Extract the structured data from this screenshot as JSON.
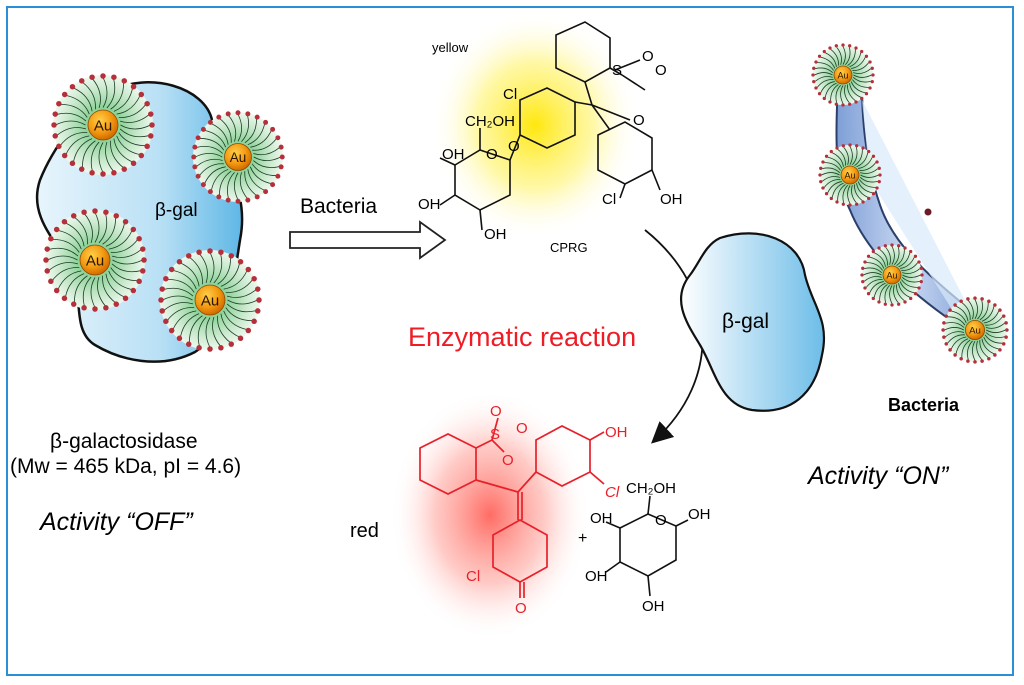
{
  "left_panel": {
    "enzyme_label": "β-gal",
    "np_label": "Au",
    "name": "β-galactosidase",
    "properties": "(Mw = 465 kDa, pI = 4.6)",
    "state": "Activity “OFF”"
  },
  "center": {
    "arrow_label": "Bacteria",
    "substrate_color": "yellow",
    "substrate_name": "CPRG",
    "reaction_label": "Enzymatic reaction",
    "enzyme_label": "β-gal",
    "product_color": "red",
    "plus": "+",
    "atoms": {
      "cl": "Cl",
      "ch2oh": "CH₂OH",
      "oh": "OH",
      "o": "O",
      "s": "S"
    }
  },
  "right_panel": {
    "np_label": "Au",
    "bacteria_label": "Bacteria",
    "state": "Activity “ON”"
  },
  "colors": {
    "border": "#2b8fd6",
    "enzyme_fill": "#bfe3f7",
    "gold": "#f08a10",
    "shell": "#a8d8a8",
    "ligand_tip": "#b5303a",
    "red_product": "#e8202a",
    "reaction_label": "#ee1c25",
    "bacterium": "#8fb0e0"
  }
}
